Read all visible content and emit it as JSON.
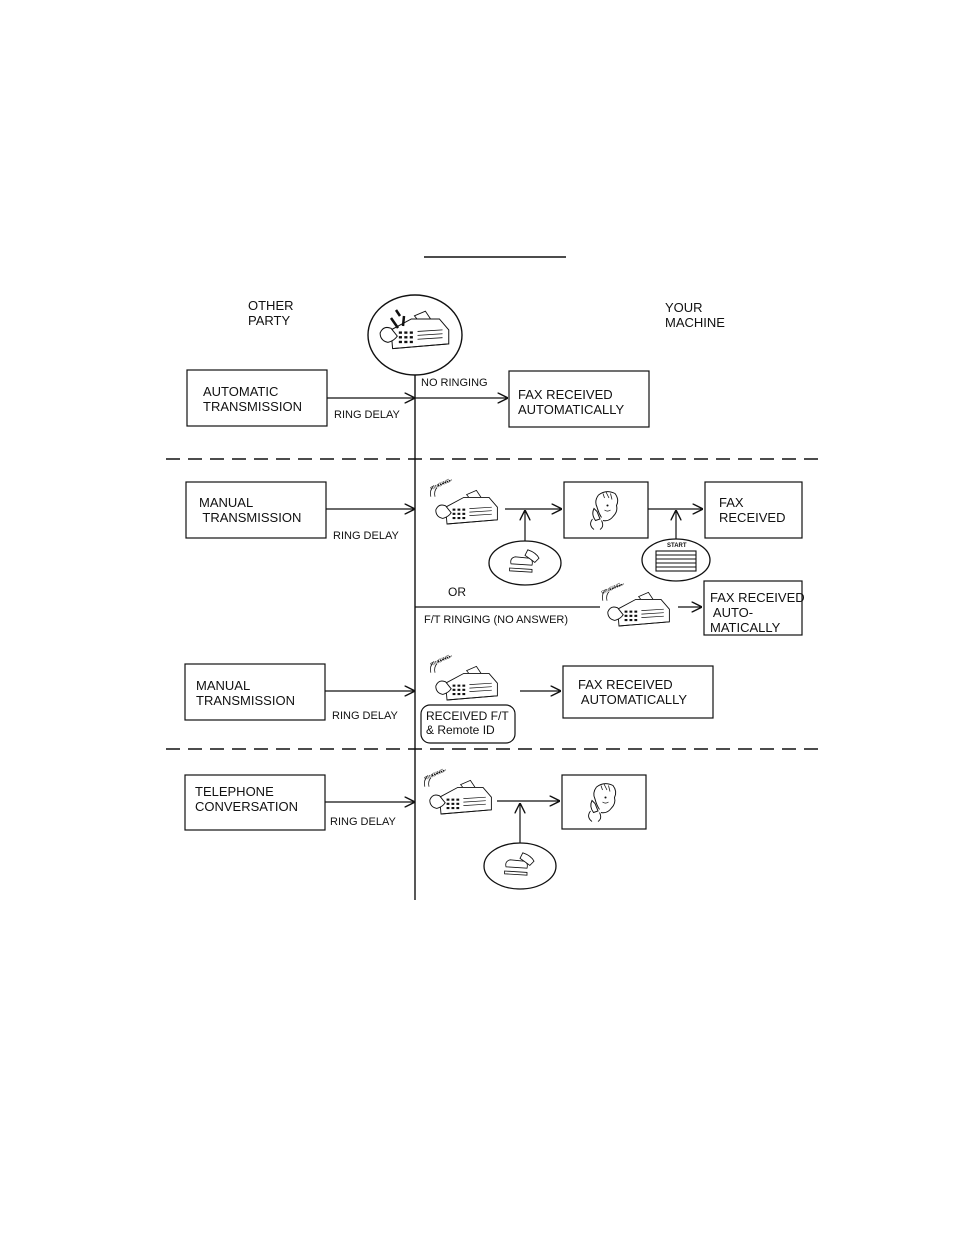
{
  "header": {
    "left": "OTHER\nPARTY",
    "right": "YOUR\nMACHINE"
  },
  "rows": [
    {
      "source": "AUTOMATIC\nTRANSMISSION",
      "delay": "RING DELAY",
      "note": "NO RINGING",
      "result": "FAX RECEIVED\nAUTOMATICALLY"
    },
    {
      "source": "MANUAL\n TRANSMISSION",
      "delay": "RING DELAY",
      "result": "FAX\nRECEIVED",
      "start_label": "START",
      "or": "OR",
      "alt_note": "F/T RINGING (NO ANSWER)",
      "alt_result": "FAX RECEIVED\n AUTO-\nMATICALLY"
    },
    {
      "source": "MANUAL\nTRANSMISSION",
      "delay": "RING DELAY",
      "badge": "RECEIVED F/T\n& Remote ID",
      "result": "FAX RECEIVED\n AUTOMATICALLY"
    },
    {
      "source": "TELEPHONE\nCONVERSATION",
      "delay": "RING DELAY"
    }
  ],
  "icons": {
    "ringing_text": "RINGING"
  }
}
